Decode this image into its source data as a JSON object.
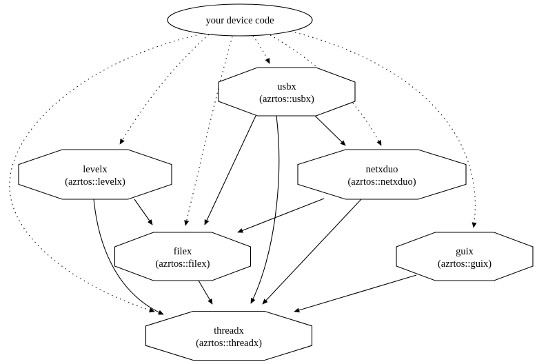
{
  "diagram": {
    "background_color": "#ffffff",
    "line_color": "#000000",
    "text_color": "#000000",
    "nodes": [
      {
        "id": "device",
        "shape": "ellipse",
        "label": "your device code",
        "sublabel": ""
      },
      {
        "id": "usbx",
        "shape": "octagon",
        "label": "usbx",
        "sublabel": "(azrtos::usbx)"
      },
      {
        "id": "levelx",
        "shape": "octagon",
        "label": "levelx",
        "sublabel": "(azrtos::levelx)"
      },
      {
        "id": "netxduo",
        "shape": "octagon",
        "label": "netxduo",
        "sublabel": "(azrtos::netxduo)"
      },
      {
        "id": "filex",
        "shape": "octagon",
        "label": "filex",
        "sublabel": "(azrtos::filex)"
      },
      {
        "id": "guix",
        "shape": "octagon",
        "label": "guix",
        "sublabel": "(azrtos::guix)"
      },
      {
        "id": "threadx",
        "shape": "octagon",
        "label": "threadx",
        "sublabel": "(azrtos::threadx)"
      }
    ],
    "edges": [
      {
        "from": "device",
        "to": "usbx",
        "style": "dotted"
      },
      {
        "from": "device",
        "to": "levelx",
        "style": "dotted"
      },
      {
        "from": "device",
        "to": "filex",
        "style": "dotted"
      },
      {
        "from": "device",
        "to": "netxduo",
        "style": "dotted"
      },
      {
        "from": "device",
        "to": "guix",
        "style": "dotted"
      },
      {
        "from": "device",
        "to": "threadx",
        "style": "dotted"
      },
      {
        "from": "usbx",
        "to": "netxduo",
        "style": "solid"
      },
      {
        "from": "usbx",
        "to": "filex",
        "style": "solid"
      },
      {
        "from": "usbx",
        "to": "threadx",
        "style": "solid"
      },
      {
        "from": "levelx",
        "to": "filex",
        "style": "solid"
      },
      {
        "from": "levelx",
        "to": "threadx",
        "style": "solid"
      },
      {
        "from": "netxduo",
        "to": "filex",
        "style": "solid"
      },
      {
        "from": "netxduo",
        "to": "threadx",
        "style": "solid"
      },
      {
        "from": "filex",
        "to": "threadx",
        "style": "solid"
      },
      {
        "from": "guix",
        "to": "threadx",
        "style": "solid"
      }
    ]
  }
}
